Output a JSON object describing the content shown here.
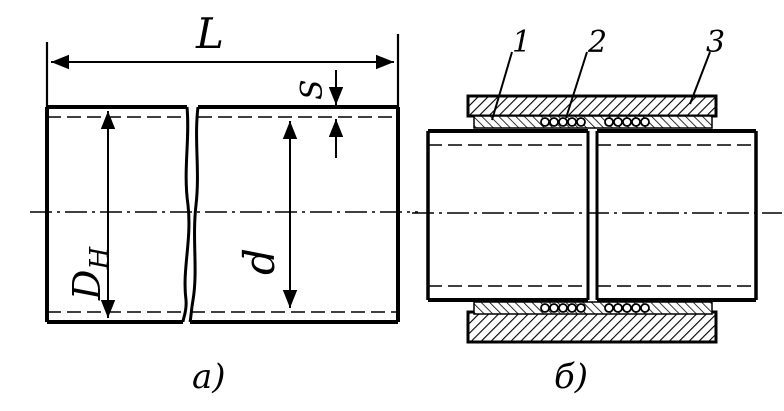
{
  "figure_a": {
    "length_label": "L",
    "outer_diameter_label": "D",
    "outer_diameter_subscript": "H",
    "inner_diameter_label": "d",
    "wall_thickness_label": "S",
    "caption": "а)"
  },
  "figure_b": {
    "part_labels": [
      "1",
      "2",
      "3"
    ],
    "caption": "б)"
  }
}
